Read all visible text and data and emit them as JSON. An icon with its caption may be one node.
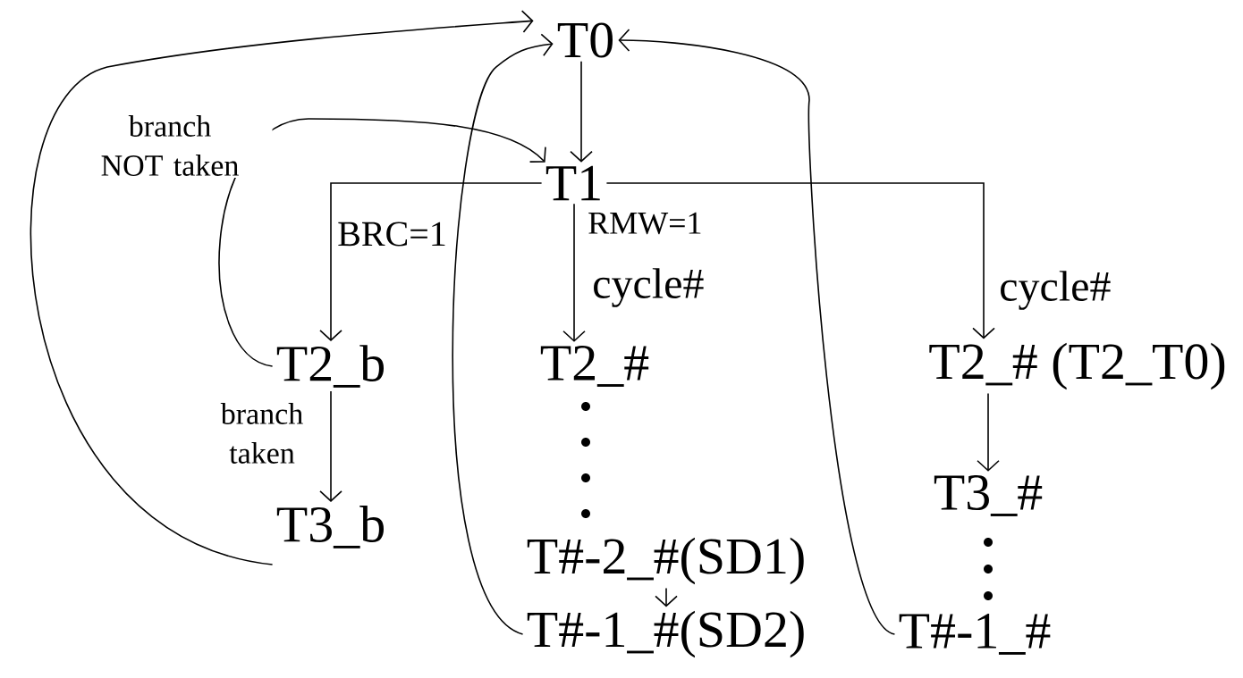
{
  "diagram": {
    "nodes": [
      {
        "text": [
          "T0"
        ]
      },
      {
        "text": [
          "T1"
        ]
      },
      {
        "text": [
          "T2_b"
        ]
      },
      {
        "text": [
          "T3_b"
        ]
      },
      {
        "text": [
          "T2_#"
        ]
      },
      {
        "text": [
          "T#-2_#(SD1)"
        ]
      },
      {
        "text": [
          "T#-1_#(SD2)"
        ]
      },
      {
        "text": [
          "T2_# (T2_T0)"
        ]
      },
      {
        "text": [
          "T3_#"
        ]
      },
      {
        "text": [
          "T#-1_#"
        ]
      }
    ],
    "edges": [
      {
        "from": 0,
        "to": 1,
        "arrow": "to"
      },
      {
        "from": 1,
        "to": 2,
        "arrow": "to",
        "label": "BRC=1"
      },
      {
        "from": 1,
        "to": 4,
        "arrow": "to",
        "label": "RMW=1"
      },
      {
        "from": 1,
        "to": 7,
        "arrow": "to",
        "label": "cycle#"
      },
      {
        "from": 2,
        "to": 1,
        "arrow": "to",
        "label": "branch NOT taken"
      },
      {
        "from": 2,
        "to": 3,
        "arrow": "to",
        "label": "branch taken"
      },
      {
        "from": 3,
        "to": 0,
        "arrow": "to"
      },
      {
        "from": 5,
        "to": 6,
        "arrow": "to"
      },
      {
        "from": 6,
        "to": 0,
        "arrow": "to"
      },
      {
        "from": 9,
        "to": 0,
        "arrow": "to"
      },
      {
        "from": 7,
        "to": 8,
        "arrow": "to"
      }
    ],
    "labels": [
      "cycle#"
    ]
  }
}
